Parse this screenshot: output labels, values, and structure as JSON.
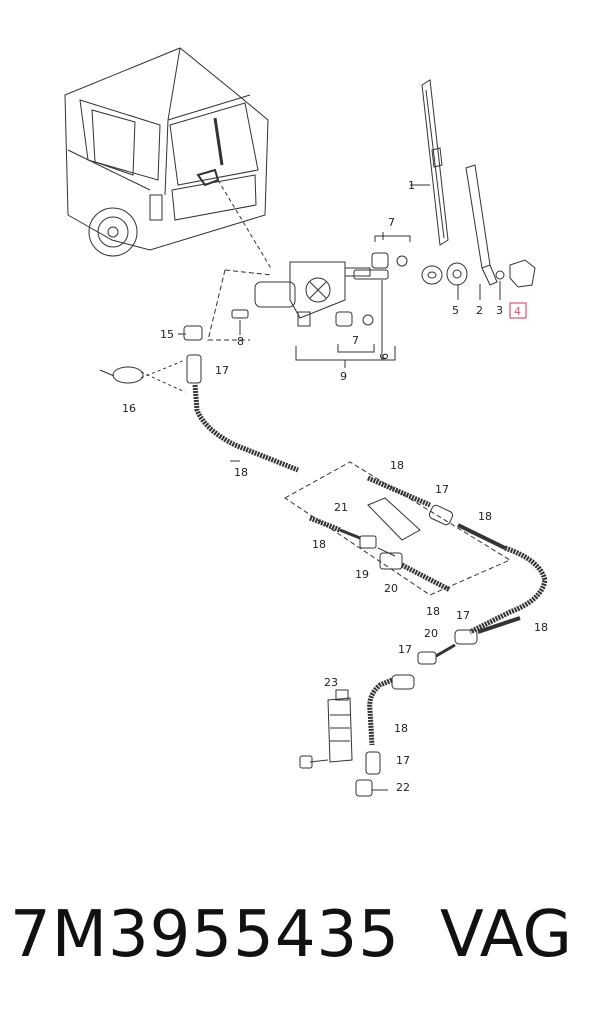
{
  "callouts": {
    "c1": "1",
    "c2": "2",
    "c3": "3",
    "c4": "4",
    "c5": "5",
    "c6": "6",
    "c7a": "7",
    "c7b": "7",
    "c8": "8",
    "c9": "9",
    "c15": "15",
    "c16": "16",
    "c17a": "17",
    "c17b": "17",
    "c17c": "17",
    "c17d": "17",
    "c17e": "17",
    "c18a": "18",
    "c18b": "18",
    "c18c": "18",
    "c18d": "18",
    "c18e": "18",
    "c18f": "18",
    "c18g": "18",
    "c19": "19",
    "c20a": "20",
    "c20b": "20",
    "c21": "21",
    "c22": "22",
    "c23": "23"
  },
  "highlight_color": "#e0526b",
  "caption": {
    "part_number": "7M3955435",
    "manufacturer": "VAG"
  }
}
